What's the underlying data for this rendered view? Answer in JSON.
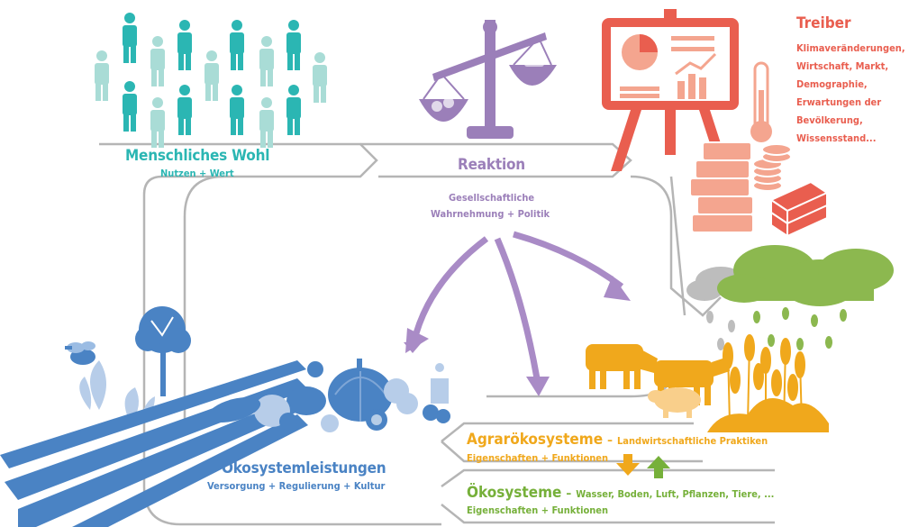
{
  "human_wellbeing": {
    "title": "Menschliches Wohl",
    "subtitle": "Nutzen + Wert"
  },
  "reaction": {
    "title": "Reaktion",
    "subtitle_line1": "Gesellschaftliche",
    "subtitle_line2": "Wahrnehmung + Politik"
  },
  "drivers": {
    "title": "Treiber",
    "items": [
      "Klimaveränderungen,",
      "Wirtschaft, Markt,",
      "Demographie,",
      "Erwartungen der",
      "Bevölkerung,",
      "Wissensstand..."
    ]
  },
  "ecosystem_services": {
    "title": "Ökosystemleistungen",
    "subtitle": "Versorgung + Regulierung + Kultur"
  },
  "agro_ecosystems": {
    "title": "Agrarökosysteme",
    "dash": "–",
    "practices": "Landwirtschaftliche Praktiken",
    "subtitle": "Eigenschaften + Funktionen"
  },
  "ecosystems": {
    "title": "Ökosysteme",
    "dash": "–",
    "components": "Wasser, Boden, Luft, Pflanzen, Tiere, ...",
    "subtitle": "Eigenschaften + Funktionen"
  },
  "colors": {
    "teal": "#2bb6b3",
    "teal_light": "#a9dcd6",
    "purple": "#9b7fb9",
    "red": "#e95e4f",
    "salmon": "#f4a58f",
    "orange": "#f0a81c",
    "green": "#76b03a",
    "blue": "#4a83c4",
    "gray": "#b5b5b5"
  },
  "icons": [
    "person-icon",
    "scale-icon",
    "presentation-board-icon",
    "thermometer-icon",
    "books-icon",
    "coins-icon",
    "money-stack-icon",
    "cloud-icon",
    "wheat-icon",
    "cow-icon",
    "pig-icon",
    "tree-icon",
    "bee-icon",
    "field-icon",
    "food-icon"
  ]
}
